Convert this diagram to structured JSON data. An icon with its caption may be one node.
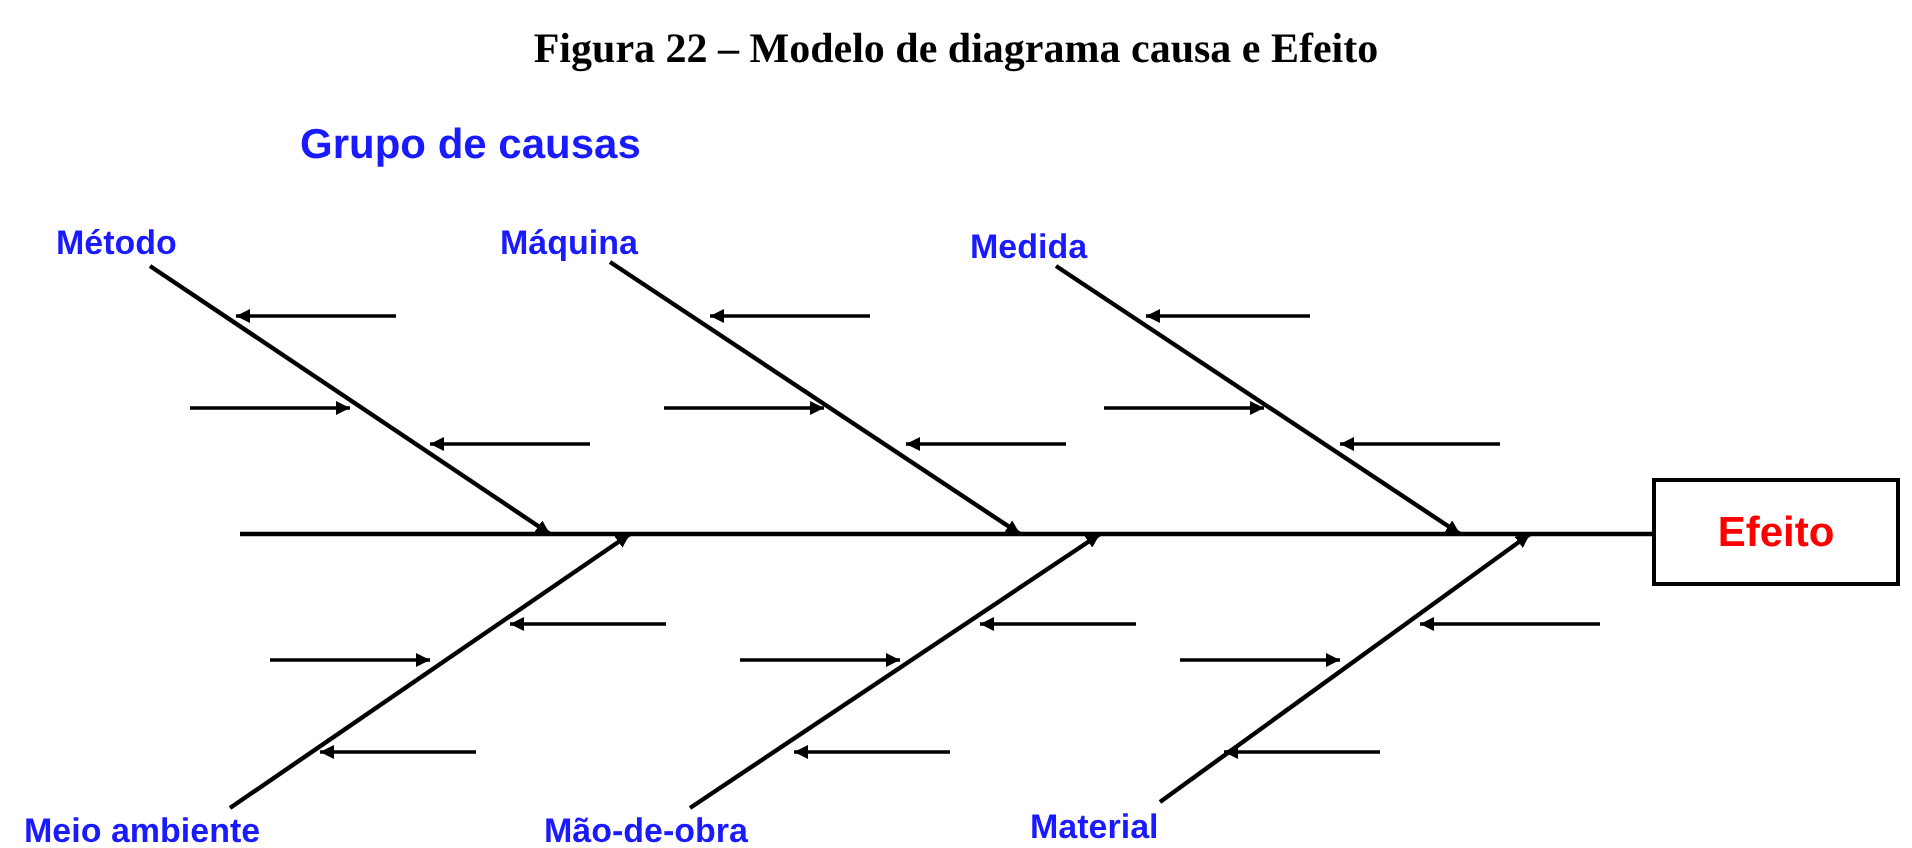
{
  "diagram": {
    "title": "Figura 22 – Modelo de diagrama causa e Efeito",
    "nodes": [
      {
        "text": [
          "Método"
        ]
      },
      {
        "text": [
          "Máquina"
        ]
      },
      {
        "text": [
          "Medida"
        ]
      },
      {
        "text": [
          "Efeito"
        ]
      },
      {
        "text": [
          "Meio ambiente"
        ]
      },
      {
        "text": [
          "Mão-de-obra"
        ]
      },
      {
        "text": [
          "Material"
        ]
      }
    ],
    "edges": [
      {
        "from": null,
        "to": 3,
        "arrow": "none"
      },
      {
        "from": 0,
        "to": null,
        "arrow": "to"
      },
      {
        "from": 1,
        "to": null,
        "arrow": "to"
      },
      {
        "from": 2,
        "to": null,
        "arrow": "to"
      },
      {
        "from": 4,
        "to": null,
        "arrow": "to"
      },
      {
        "from": 5,
        "to": null,
        "arrow": "to"
      },
      {
        "from": 6,
        "to": null,
        "arrow": "to"
      }
    ],
    "labels": [
      "Grupo de causas"
    ]
  }
}
